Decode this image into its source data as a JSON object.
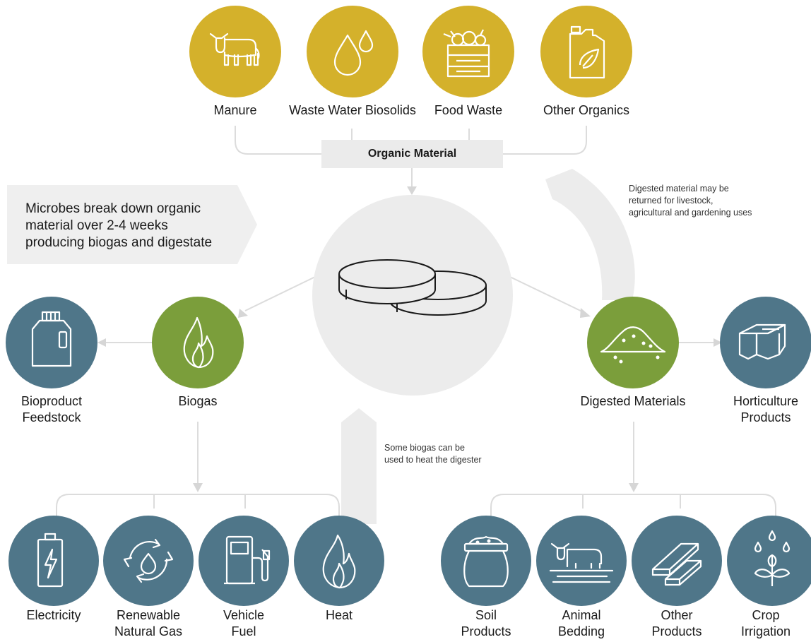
{
  "inputs": {
    "title": "Organic Material",
    "items": [
      {
        "label": "Manure",
        "icon": "cow-icon"
      },
      {
        "label": "Waste Water Biosolids",
        "icon": "water-drops-icon"
      },
      {
        "label": "Food Waste",
        "icon": "vegetable-crate-icon"
      },
      {
        "label": "Other Organics",
        "icon": "leaf-jerrycan-icon"
      }
    ]
  },
  "process": {
    "text_lines": [
      "Microbes break down organic",
      "material over 2-4 weeks",
      "producing biogas and digestate"
    ],
    "digester_icon": "digester-tanks-icon"
  },
  "notes": {
    "returned": [
      "Digested material may be",
      "returned for livestock,",
      "agricultural and gardening uses"
    ],
    "heat": [
      "Some biogas can be",
      "used to heat the digester"
    ]
  },
  "biogas": {
    "label": "Biogas",
    "icon": "flame-icon",
    "side_output": {
      "label_lines": [
        "Bioproduct",
        "Feedstock"
      ],
      "icon": "jug-icon"
    },
    "outputs": [
      {
        "label_lines": [
          "Electricity"
        ],
        "icon": "battery-bolt-icon"
      },
      {
        "label_lines": [
          "Renewable",
          "Natural Gas"
        ],
        "icon": "cycle-drop-icon"
      },
      {
        "label_lines": [
          "Vehicle",
          "Fuel"
        ],
        "icon": "fuel-pump-icon"
      },
      {
        "label_lines": [
          "Heat"
        ],
        "icon": "fire-icon"
      }
    ]
  },
  "digested": {
    "label": "Digested Materials",
    "icon": "soil-pile-icon",
    "side_output": {
      "label_lines": [
        "Horticulture",
        "Products"
      ],
      "icon": "planter-tray-icon"
    },
    "outputs": [
      {
        "label_lines": [
          "Soil",
          "Products"
        ],
        "icon": "soil-sack-icon"
      },
      {
        "label_lines": [
          "Animal",
          "Bedding"
        ],
        "icon": "cow-bedding-icon"
      },
      {
        "label_lines": [
          "Other",
          "Products"
        ],
        "icon": "boards-icon"
      },
      {
        "label_lines": [
          "Crop",
          "Irrigation"
        ],
        "icon": "sprout-drops-icon"
      }
    ]
  },
  "colors": {
    "inputs": "#d4b12b",
    "biogas": "#7b9e3b",
    "outputs": "#4f7689",
    "connectors": "#dcdcdc"
  }
}
